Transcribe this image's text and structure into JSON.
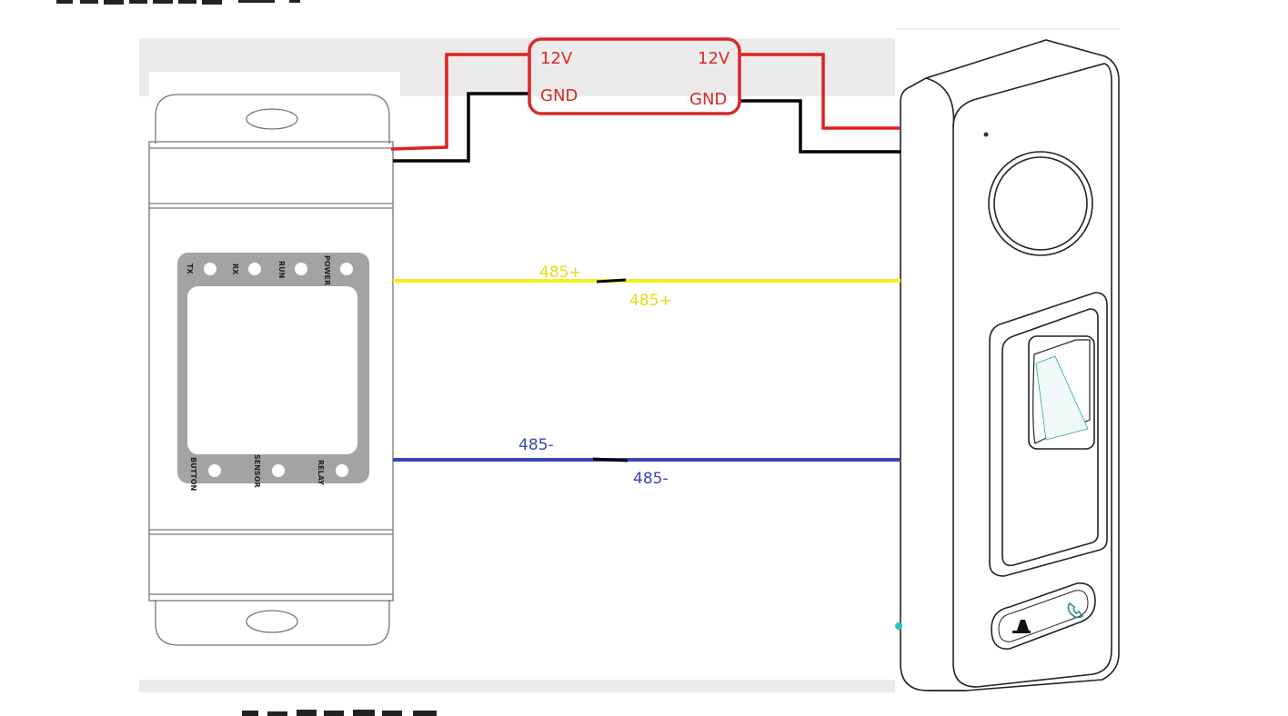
{
  "psu": {
    "left_top_label": "12V",
    "left_bottom_label": "GND",
    "right_top_label": "12V",
    "right_bottom_label": "GND"
  },
  "wires": {
    "yellow_left_label": "485+",
    "yellow_right_label": "485+",
    "blue_left_label": "485-",
    "blue_right_label": "485-"
  },
  "module": {
    "indicators": [
      "TX",
      "RX",
      "RUN",
      "POWER"
    ],
    "bottom_indicators": [
      "BUTTON",
      "SENSOR",
      "RELAY"
    ]
  },
  "colors": {
    "power_wire": "#e02020",
    "ground_wire": "#000000",
    "rs485_plus": "#f5ef1a",
    "rs485_minus": "#3a45b5",
    "yellow_text": "#e6dc10",
    "blue_text": "#3a45b5",
    "psu_border": "#d82828"
  },
  "icons": [
    "bell-icon",
    "phone-icon"
  ]
}
